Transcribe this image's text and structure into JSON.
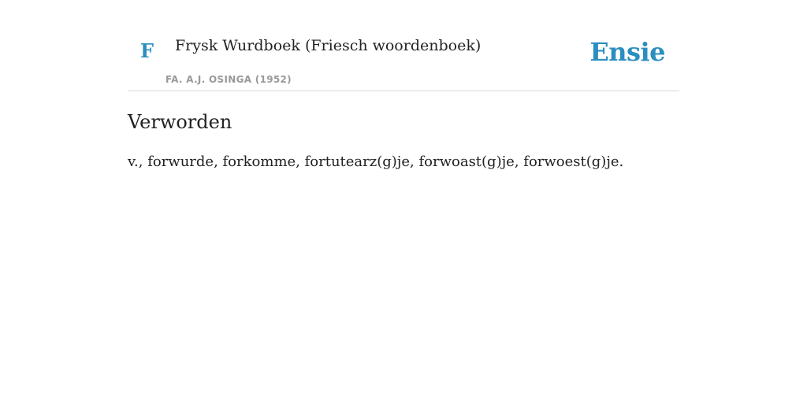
{
  "header": {
    "book_letter": "F",
    "book_title": "Frysk Wurdboek (Friesch woordenboek)",
    "book_author": "FA. A.J. OSINGA (1952)",
    "brand": "Ensie"
  },
  "entry": {
    "title": "Verworden",
    "body": "v., forwurde, forkomme, fortutearz(g)je, forwoast(g)je, forwoest(g)je."
  },
  "colors": {
    "accent": "#2b8ec0",
    "text": "#222222",
    "muted": "#999999",
    "divider": "#d8d8d8"
  }
}
